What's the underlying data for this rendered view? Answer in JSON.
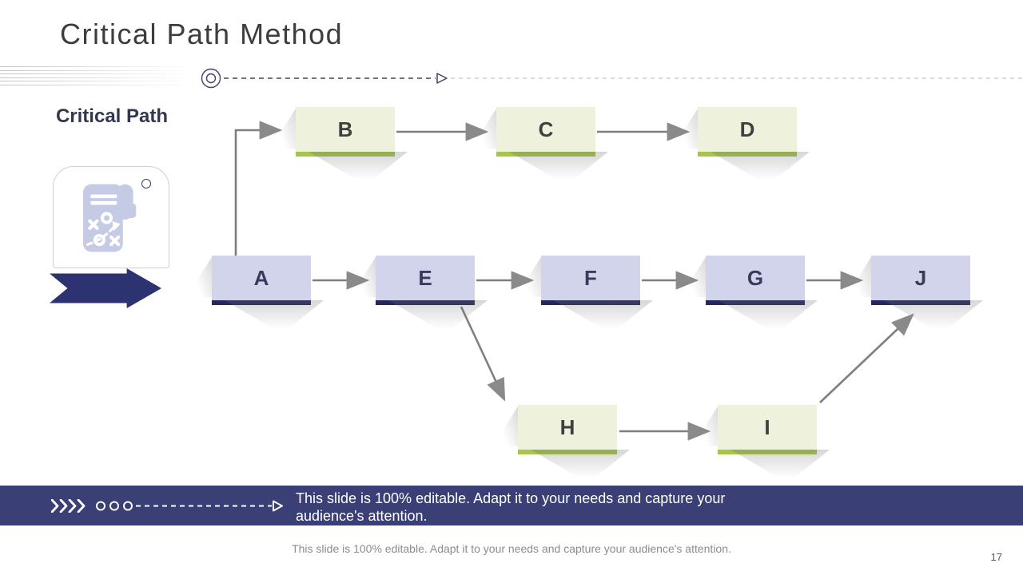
{
  "colors": {
    "banner_navy": "#3a3f76",
    "navy_dark": "#2d3370",
    "purple_fill": "#d1d4eb",
    "purple_border": "#24285a",
    "green_fill": "#eef2dc",
    "green_border": "#a4c64b",
    "arrow_gray": "#7f7f7f",
    "title_color": "#3d3d3d",
    "footer_gray": "#8c8c8c"
  },
  "header": {
    "title": "Critical Path Method"
  },
  "sidebar": {
    "label": "Critical Path",
    "icon": "strategy-plan-icon"
  },
  "diagram": {
    "nodes": [
      {
        "id": "A",
        "label": "A",
        "variant": "purple"
      },
      {
        "id": "B",
        "label": "B",
        "variant": "green"
      },
      {
        "id": "C",
        "label": "C",
        "variant": "green"
      },
      {
        "id": "D",
        "label": "D",
        "variant": "green"
      },
      {
        "id": "E",
        "label": "E",
        "variant": "purple"
      },
      {
        "id": "F",
        "label": "F",
        "variant": "purple"
      },
      {
        "id": "G",
        "label": "G",
        "variant": "purple"
      },
      {
        "id": "H",
        "label": "H",
        "variant": "green"
      },
      {
        "id": "I",
        "label": "I",
        "variant": "green"
      },
      {
        "id": "J",
        "label": "J",
        "variant": "purple"
      }
    ],
    "edges": [
      {
        "from": "A",
        "to": "B"
      },
      {
        "from": "B",
        "to": "C"
      },
      {
        "from": "C",
        "to": "D"
      },
      {
        "from": "A",
        "to": "E"
      },
      {
        "from": "E",
        "to": "F"
      },
      {
        "from": "F",
        "to": "G"
      },
      {
        "from": "G",
        "to": "J"
      },
      {
        "from": "E",
        "to": "H"
      },
      {
        "from": "H",
        "to": "I"
      },
      {
        "from": "I",
        "to": "J"
      }
    ]
  },
  "banner": {
    "text": "This slide is 100% editable. Adapt it to your needs and capture your audience's attention."
  },
  "footer": {
    "text": "This slide is 100% editable. Adapt it to your needs and capture your audience's attention.",
    "page_number": "17"
  }
}
